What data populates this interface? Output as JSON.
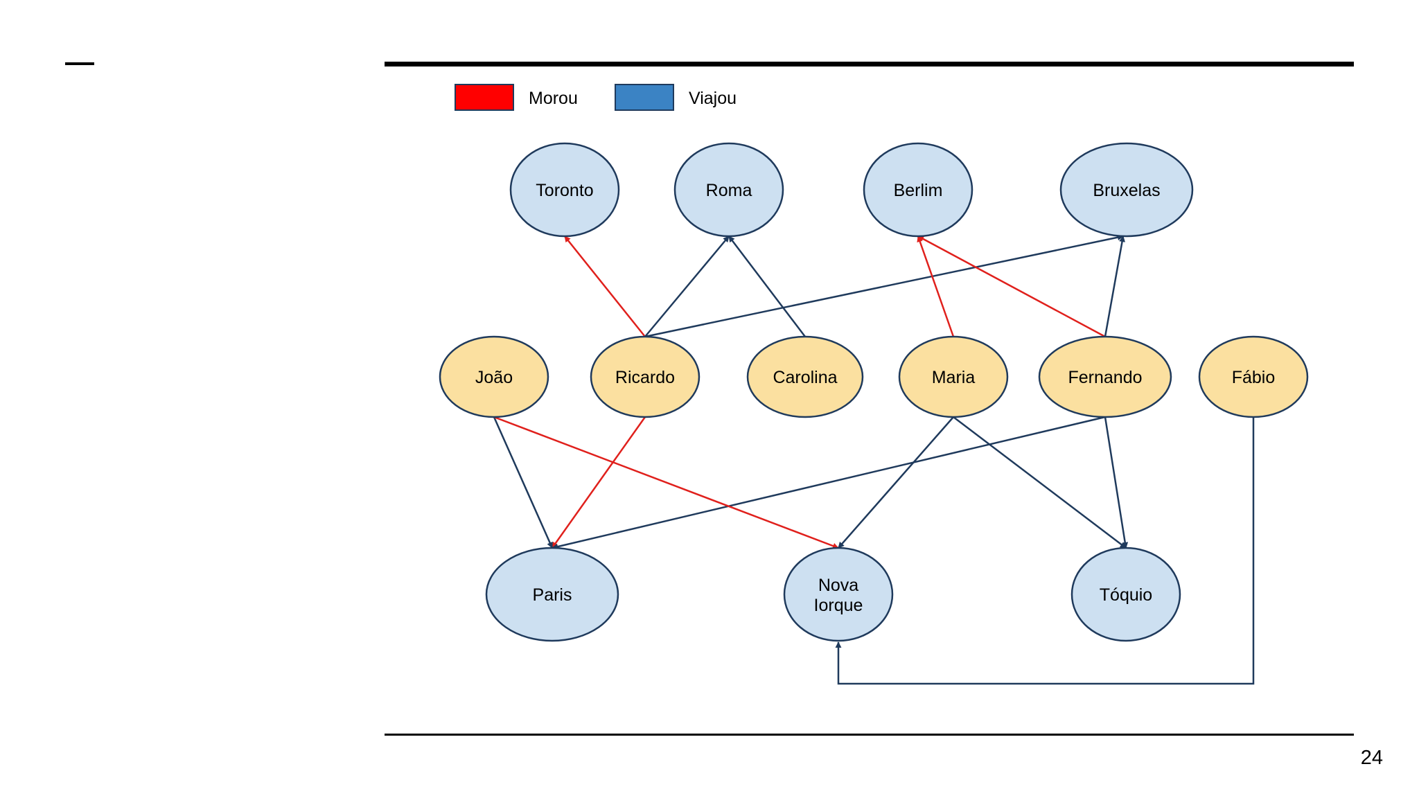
{
  "page_number": "24",
  "legend": [
    {
      "key": "morou",
      "label": "Morou",
      "color": "#ff0000"
    },
    {
      "key": "viajou",
      "label": "Viajou",
      "color": "#3b83c4"
    }
  ],
  "colors": {
    "person_fill": "#fbe0a0",
    "city_fill": "#cde0f1",
    "node_stroke": "#1f3a5c",
    "edge_morou": "#e0201c",
    "edge_viajou": "#1f3a5c"
  },
  "cities": {
    "toronto": "Toronto",
    "roma": "Roma",
    "berlim": "Berlim",
    "bruxelas": "Bruxelas",
    "paris": "Paris",
    "nova_iorque": [
      "Nova",
      "Iorque"
    ],
    "toquio": "Tóquio"
  },
  "people": {
    "joao": "João",
    "ricardo": "Ricardo",
    "carolina": "Carolina",
    "maria": "Maria",
    "fernando": "Fernando",
    "fabio": "Fábio"
  },
  "edges": [
    {
      "from": "ricardo",
      "to": "toronto",
      "type": "morou"
    },
    {
      "from": "ricardo",
      "to": "roma",
      "type": "viajou"
    },
    {
      "from": "ricardo",
      "to": "bruxelas",
      "type": "viajou"
    },
    {
      "from": "ricardo",
      "to": "paris",
      "type": "morou"
    },
    {
      "from": "carolina",
      "to": "roma",
      "type": "viajou"
    },
    {
      "from": "maria",
      "to": "berlim",
      "type": "morou"
    },
    {
      "from": "maria",
      "to": "nova_iorque",
      "type": "viajou"
    },
    {
      "from": "maria",
      "to": "toquio",
      "type": "viajou"
    },
    {
      "from": "fernando",
      "to": "berlim",
      "type": "morou"
    },
    {
      "from": "fernando",
      "to": "bruxelas",
      "type": "viajou"
    },
    {
      "from": "fernando",
      "to": "paris",
      "type": "viajou"
    },
    {
      "from": "fernando",
      "to": "toquio",
      "type": "viajou"
    },
    {
      "from": "joao",
      "to": "paris",
      "type": "viajou"
    },
    {
      "from": "joao",
      "to": "nova_iorque",
      "type": "morou"
    },
    {
      "from": "fabio",
      "to": "nova_iorque",
      "type": "viajou"
    }
  ]
}
